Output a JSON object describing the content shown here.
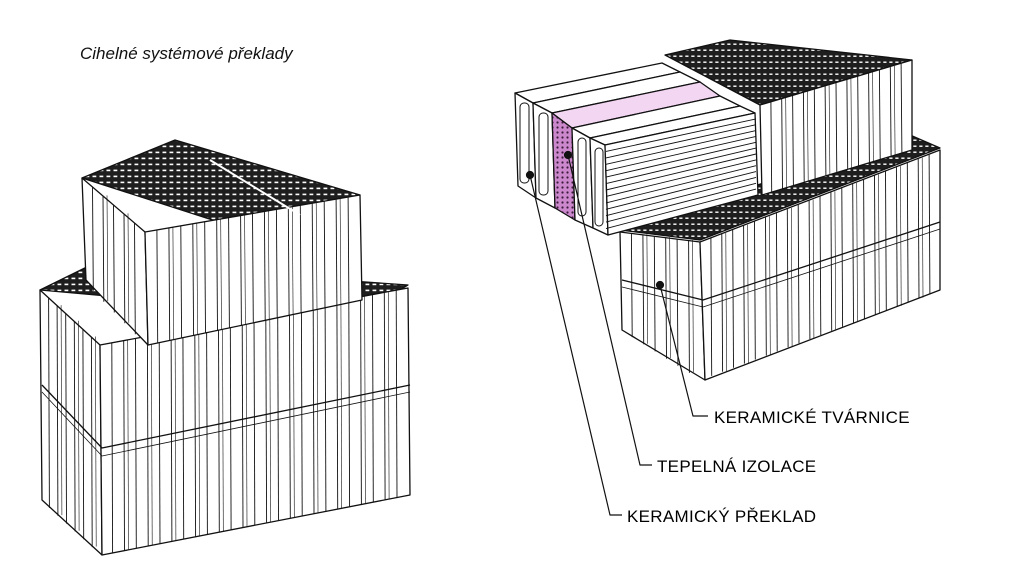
{
  "caption": "Cihelné systémové překlady",
  "labels": {
    "ceramic_blocks": "KERAMICKÉ TVÁRNICE",
    "thermal_insulation": "TEPELNÁ IZOLACE",
    "ceramic_lintel": "KERAMICKÝ PŘEKLAD"
  },
  "colors": {
    "line": "#111111",
    "fill": "#ffffff",
    "top_face": "#1e1e1e",
    "insulation_top": "#f2d6f2",
    "insulation_side": "#cc88cc"
  }
}
